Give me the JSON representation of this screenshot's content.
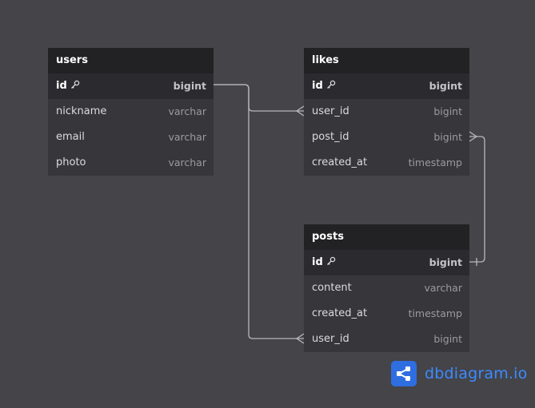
{
  "tables": {
    "users": {
      "name": "users",
      "fields": [
        {
          "name": "id",
          "type": "bigint"
        },
        {
          "name": "nickname",
          "type": "varchar"
        },
        {
          "name": "email",
          "type": "varchar"
        },
        {
          "name": "photo",
          "type": "varchar"
        }
      ]
    },
    "likes": {
      "name": "likes",
      "fields": [
        {
          "name": "id",
          "type": "bigint"
        },
        {
          "name": "user_id",
          "type": "bigint"
        },
        {
          "name": "post_id",
          "type": "bigint"
        },
        {
          "name": "created_at",
          "type": "timestamp"
        }
      ]
    },
    "posts": {
      "name": "posts",
      "fields": [
        {
          "name": "id",
          "type": "bigint"
        },
        {
          "name": "content",
          "type": "varchar"
        },
        {
          "name": "created_at",
          "type": "timestamp"
        },
        {
          "name": "user_id",
          "type": "bigint"
        }
      ]
    }
  },
  "relations": [
    {
      "from": "users.id",
      "to": "likes.user_id",
      "cardinality": "one-to-many"
    },
    {
      "from": "users.id",
      "to": "posts.user_id",
      "cardinality": "one-to-many"
    },
    {
      "from": "posts.id",
      "to": "likes.post_id",
      "cardinality": "one-to-many"
    }
  ],
  "brand": {
    "text": "dbdiagram.io",
    "logo_icon": "share-nodes-icon",
    "color": "#2f6ee0"
  },
  "colors": {
    "background": "#444449",
    "table_header": "#222224",
    "table_body": "#36363b",
    "connector": "#b8b8bc"
  }
}
